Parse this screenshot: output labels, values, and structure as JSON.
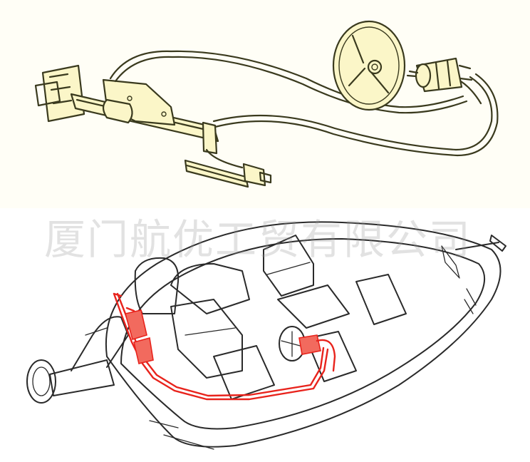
{
  "watermark": {
    "text": "厦门航优工贸有限公司"
  },
  "colors": {
    "ink": "#3a3a1e",
    "paper": "#fffef6",
    "hydraulic_line": "#e8231c",
    "boat_line": "#2a2a2a"
  },
  "illustrations": [
    {
      "icon": "hydraulic-steering-kit"
    },
    {
      "icon": "boat-installation-diagram"
    }
  ]
}
